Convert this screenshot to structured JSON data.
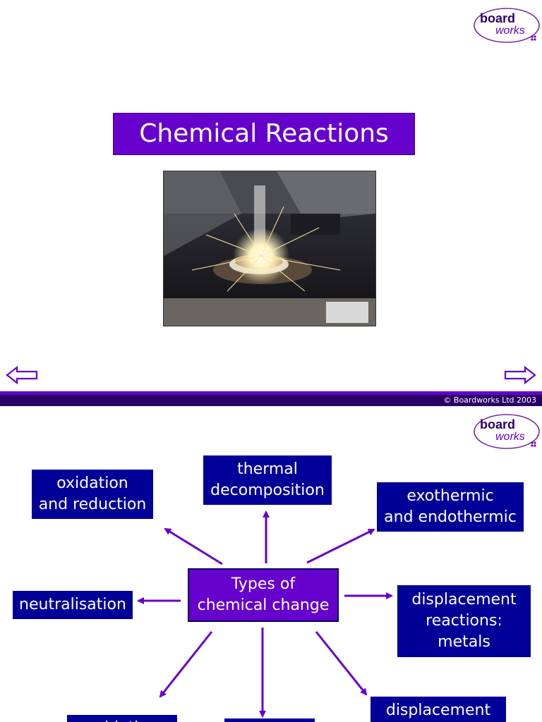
{
  "colors": {
    "purple": "#6600cc",
    "navy": "#000099",
    "footer": "#2a0066"
  },
  "logo": {
    "line1": "board",
    "line2": "works"
  },
  "slide1": {
    "title": "Chemical Reactions",
    "photo_icon": "sparkling-reaction-photo",
    "prev_icon": "left-arrow-icon",
    "next_icon": "right-arrow-icon"
  },
  "footer": {
    "copyright": "© Boardworks Ltd 2003"
  },
  "slide2": {
    "center": {
      "line1": "Types of",
      "line2": "chemical change"
    },
    "nodes": {
      "oxidation": {
        "line1": "oxidation",
        "line2": "and reduction"
      },
      "thermal": {
        "line1": "thermal",
        "line2": "decomposition"
      },
      "exothermic": {
        "line1": "exothermic",
        "line2": "and endothermic"
      },
      "neutralisation": {
        "line1": "neutralisation"
      },
      "displacement_metals": {
        "line1": "displacement",
        "line2": "reactions:",
        "line3": "metals"
      },
      "displacement_bottom": {
        "line1": "displacement"
      },
      "bottom_left": {
        "line1": "oxidation"
      }
    }
  }
}
